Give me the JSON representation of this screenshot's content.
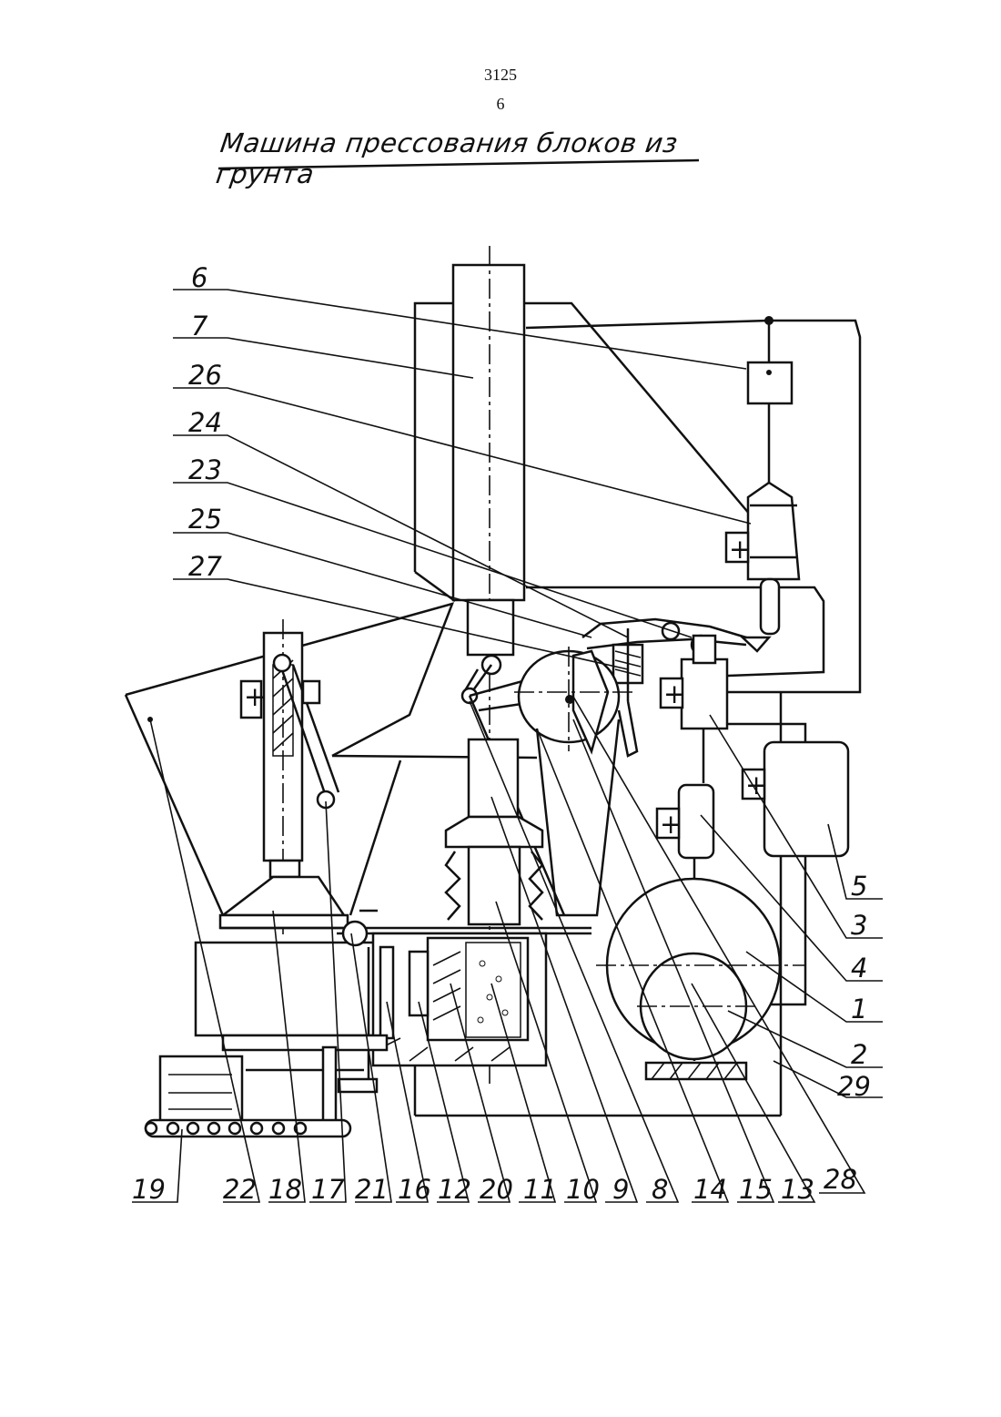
{
  "page": {
    "number": "3125",
    "sheet": "6"
  },
  "title": "Машина прессования блоков из грунта",
  "labels": {
    "left": [
      "6",
      "7",
      "26",
      "24",
      "23",
      "25",
      "27"
    ],
    "right": [
      "5",
      "3",
      "4",
      "1",
      "2",
      "29"
    ],
    "bottom": [
      "19",
      "22",
      "18",
      "17",
      "21",
      "16",
      "12",
      "20",
      "11",
      "10",
      "9",
      "8",
      "14",
      "15",
      "13",
      "28"
    ]
  },
  "symbols": {
    "plus": "+"
  }
}
